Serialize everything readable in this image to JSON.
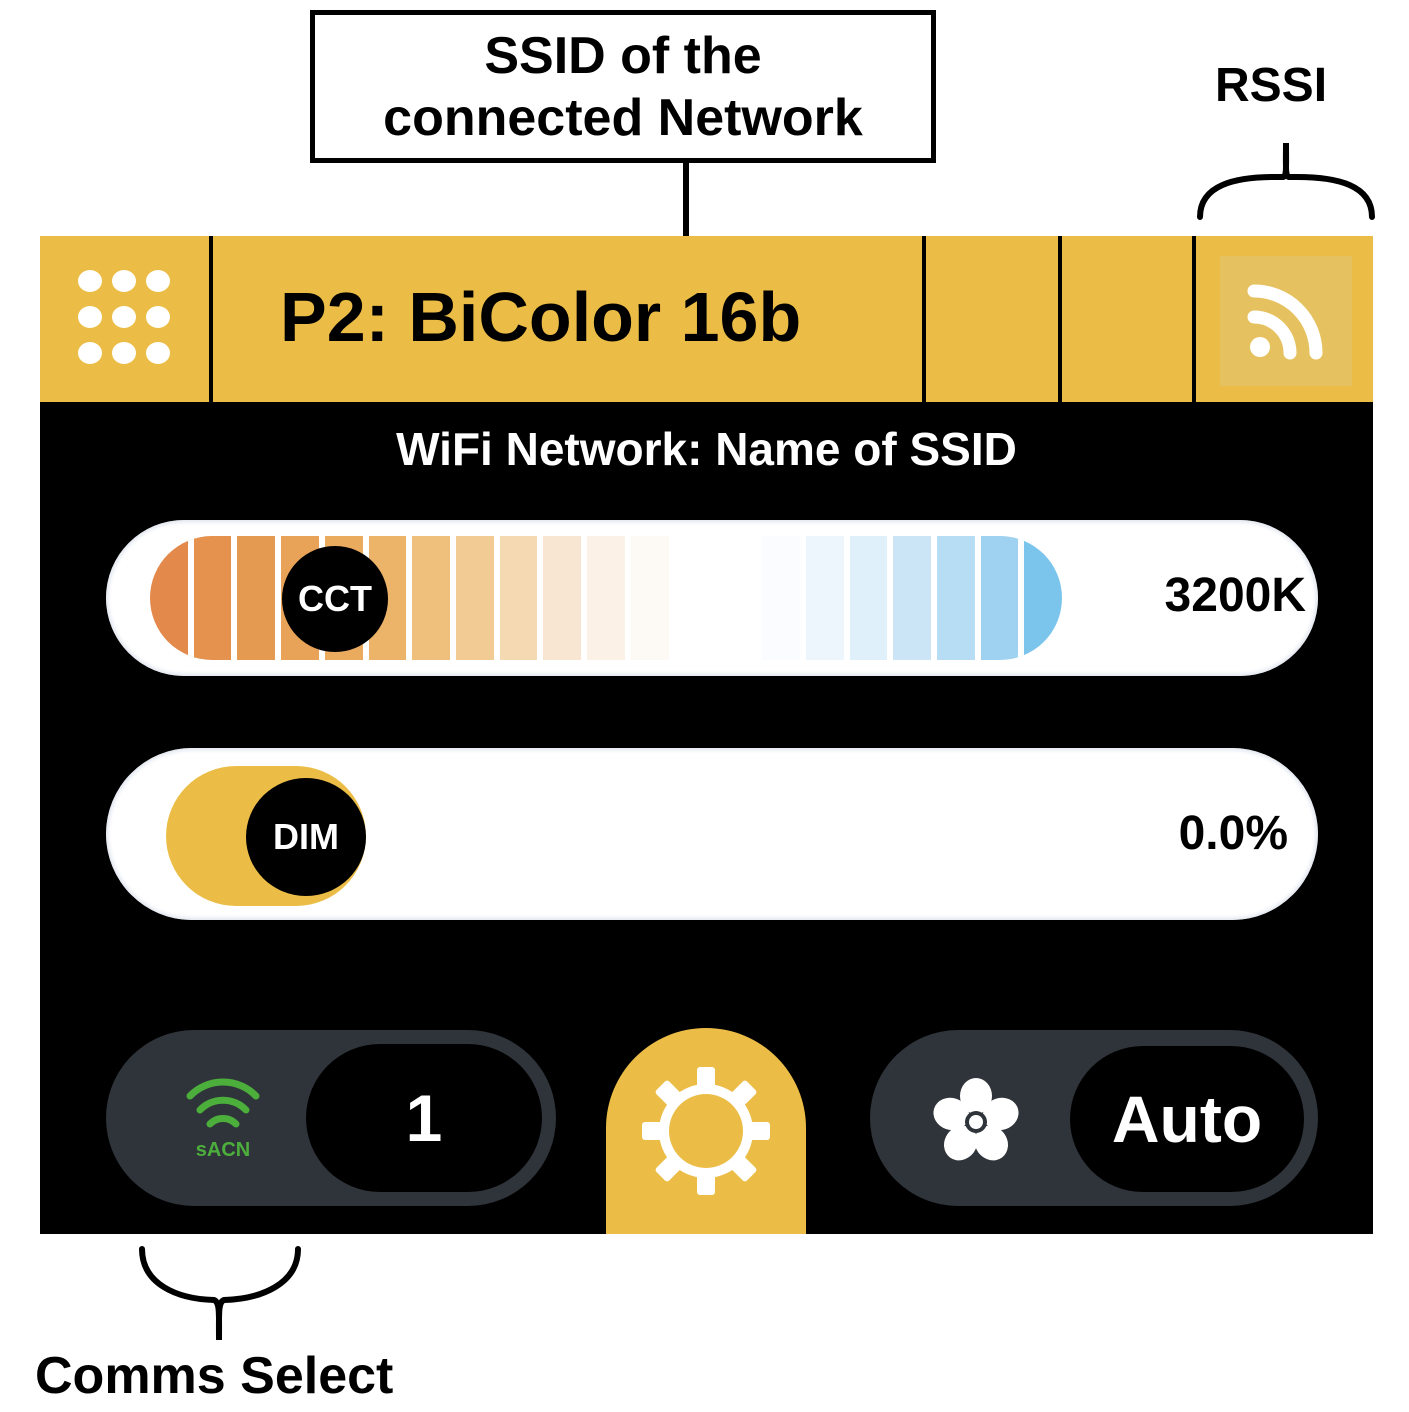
{
  "annotations": {
    "ssid_callout": [
      "SSID of the",
      "connected Network"
    ],
    "rssi": "RSSI",
    "comms_select": "Comms Select"
  },
  "header": {
    "title": "P2: BiColor 16b",
    "menu_icon": "grid-dots-icon",
    "rssi_icon": "wifi-signal-icon"
  },
  "network": {
    "label": "WiFi Network: Name of SSID"
  },
  "cct_slider": {
    "knob_label": "CCT",
    "value": "3200K",
    "stripe_colors": [
      "#e3894b",
      "#e4924e",
      "#e59a52",
      "#e8a358",
      "#eaab5f",
      "#ecb468",
      "#efbf7c",
      "#f2cb94",
      "#f5d9b3",
      "#f8e6d2",
      "#fbf1e6",
      "#fdf9f4",
      "#ffffff",
      "#ffffff",
      "#fafcff",
      "#eef6fd",
      "#e0f0fa",
      "#cbe5f6",
      "#b6ddf3",
      "#9ed2f0",
      "#7bc4ec"
    ]
  },
  "dim_slider": {
    "knob_label": "DIM",
    "value": "0.0%"
  },
  "bottom": {
    "comms": {
      "icon": "sacn-icon",
      "icon_text": "sACN",
      "value": "1"
    },
    "settings_icon": "gear-icon",
    "fan": {
      "icon": "fan-icon",
      "value": "Auto"
    }
  },
  "colors": {
    "accent": "#ecbd46",
    "screen_bg": "#000000",
    "pill_bg": "#2f343a",
    "sacn_green": "#4caf3c"
  }
}
